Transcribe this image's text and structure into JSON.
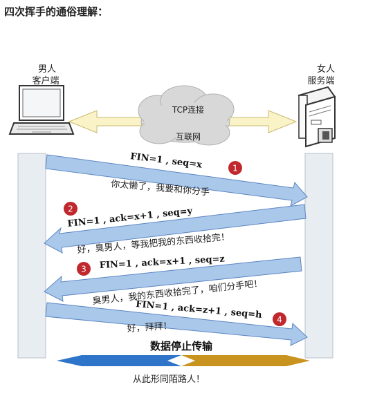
{
  "heading": "四次挥手的通俗理解：",
  "client": {
    "line1": "男人",
    "line2": "客户端"
  },
  "server": {
    "line1": "女人",
    "line2": "服务端"
  },
  "cloud": {
    "top": "TCP连接",
    "bottom": "互联网"
  },
  "steps": [
    {
      "num": "1",
      "segment": "FIN=1  , seq=x",
      "dialogue": "你太懒了，我要和你分手"
    },
    {
      "num": "2",
      "segment": "FIN=1  , ack=x+1  , seq=y",
      "dialogue": "好，臭男人，等我把我的东西收拾完！"
    },
    {
      "num": "3",
      "segment": "FIN=1  , ack=x+1  , seq=z",
      "dialogue": "臭男人，我的东西收拾完了，咱们分手吧！"
    },
    {
      "num": "4",
      "segment": "FIN=1  , ack=z+1  , seq=h",
      "dialogue": "好，拜拜！"
    }
  ],
  "end_title": "数据停止传输",
  "end_caption": "从此形同陌路人！",
  "colors": {
    "arrow_fill": "#a9c8ea",
    "arrow_stroke": "#5c85c2",
    "badge": "#c0282d",
    "pillar": "#e8edf2",
    "band_left": "#2e74c8",
    "band_right": "#c8931e",
    "cloud": "#d8d8d8"
  }
}
